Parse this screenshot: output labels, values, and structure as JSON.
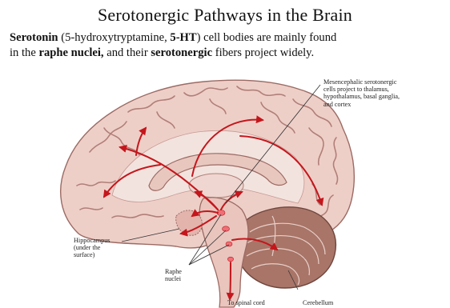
{
  "title": "Serotonergic Pathways in the Brain",
  "intro": {
    "line1_b1": "Serotonin",
    "line1_t1": " (5-hydroxytryptamine, ",
    "line1_b2": "5-HT",
    "line1_t2": ") cell bodies are mainly found",
    "line2_t1": "in the ",
    "line2_b1": "raphe nuclei,",
    "line2_t2": " and their ",
    "line2_b2": "serotonergic",
    "line2_t3": " fibers project widely."
  },
  "labels": {
    "mesencephalic": [
      "Mesencephalic serotonergic",
      "cells project to thalamus,",
      "hypothalamus, basal ganglia,",
      "and cortex"
    ],
    "hippocampus": [
      "Hippocampus",
      "(under the",
      "surface)"
    ],
    "raphe": [
      "Raphe",
      "nuclei"
    ],
    "spinal": "To spinal cord",
    "cerebellum": "Cerebellum"
  },
  "colors": {
    "cortex": "#eecfc8",
    "gyrus_line": "#b07f78",
    "white_matter": "#f3e3de",
    "corpus_callosum": "#e8c7bf",
    "brainstem": "#e9c5bd",
    "cerebellum": "#a87568",
    "pathway": "#c4161c",
    "raphe_spot": "#ef6f76"
  }
}
